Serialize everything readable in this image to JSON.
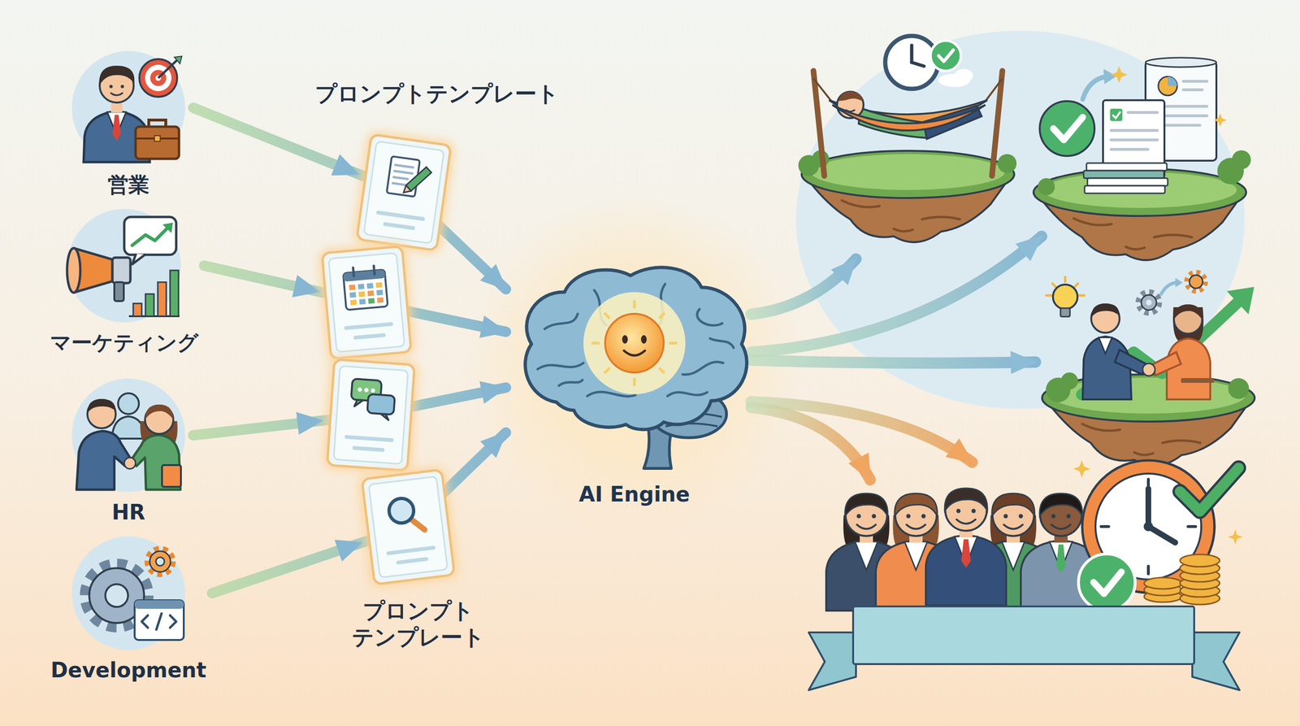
{
  "diagram": {
    "nodes": [
      {
        "text": [
          "営業"
        ]
      },
      {
        "text": [
          "マーケティング"
        ]
      },
      {
        "text": [
          "HR"
        ]
      },
      {
        "text": [
          "Development"
        ]
      },
      {
        "text": [
          "AI Engine"
        ]
      }
    ],
    "edges": [
      {
        "from": 0,
        "to": 4,
        "arrow": "to"
      },
      {
        "from": 1,
        "to": 4,
        "arrow": "to"
      },
      {
        "from": 2,
        "to": 4,
        "arrow": "to"
      },
      {
        "from": 3,
        "to": 4,
        "arrow": "to"
      }
    ],
    "labels": [
      "プロンプトテンプレート",
      "プロンプト テンプレート"
    ]
  }
}
